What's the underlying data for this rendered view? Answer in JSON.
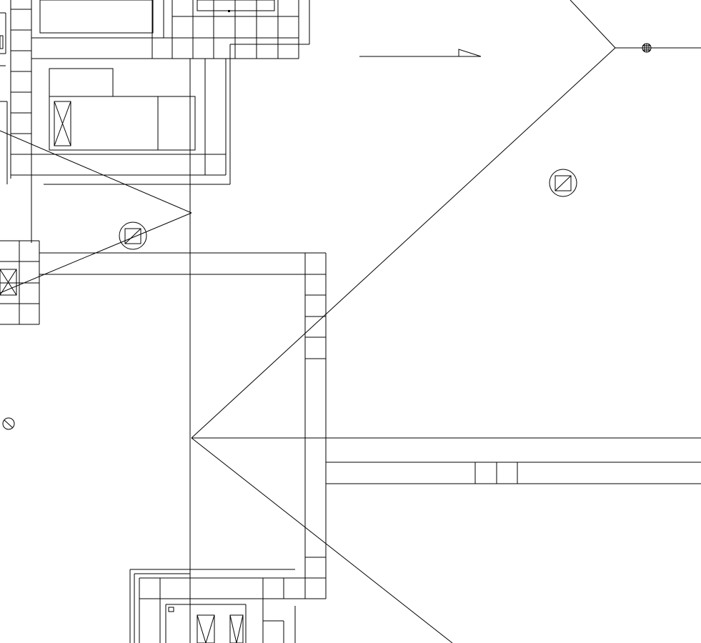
{
  "drawing": {
    "background": "#ffffff",
    "line_color": "#000000",
    "symbols": [
      "floor-drain-symbol",
      "floor-drain-symbol",
      "wall-outlet-symbol",
      "hatched-junction-symbol",
      "flow-direction-arrow"
    ]
  }
}
